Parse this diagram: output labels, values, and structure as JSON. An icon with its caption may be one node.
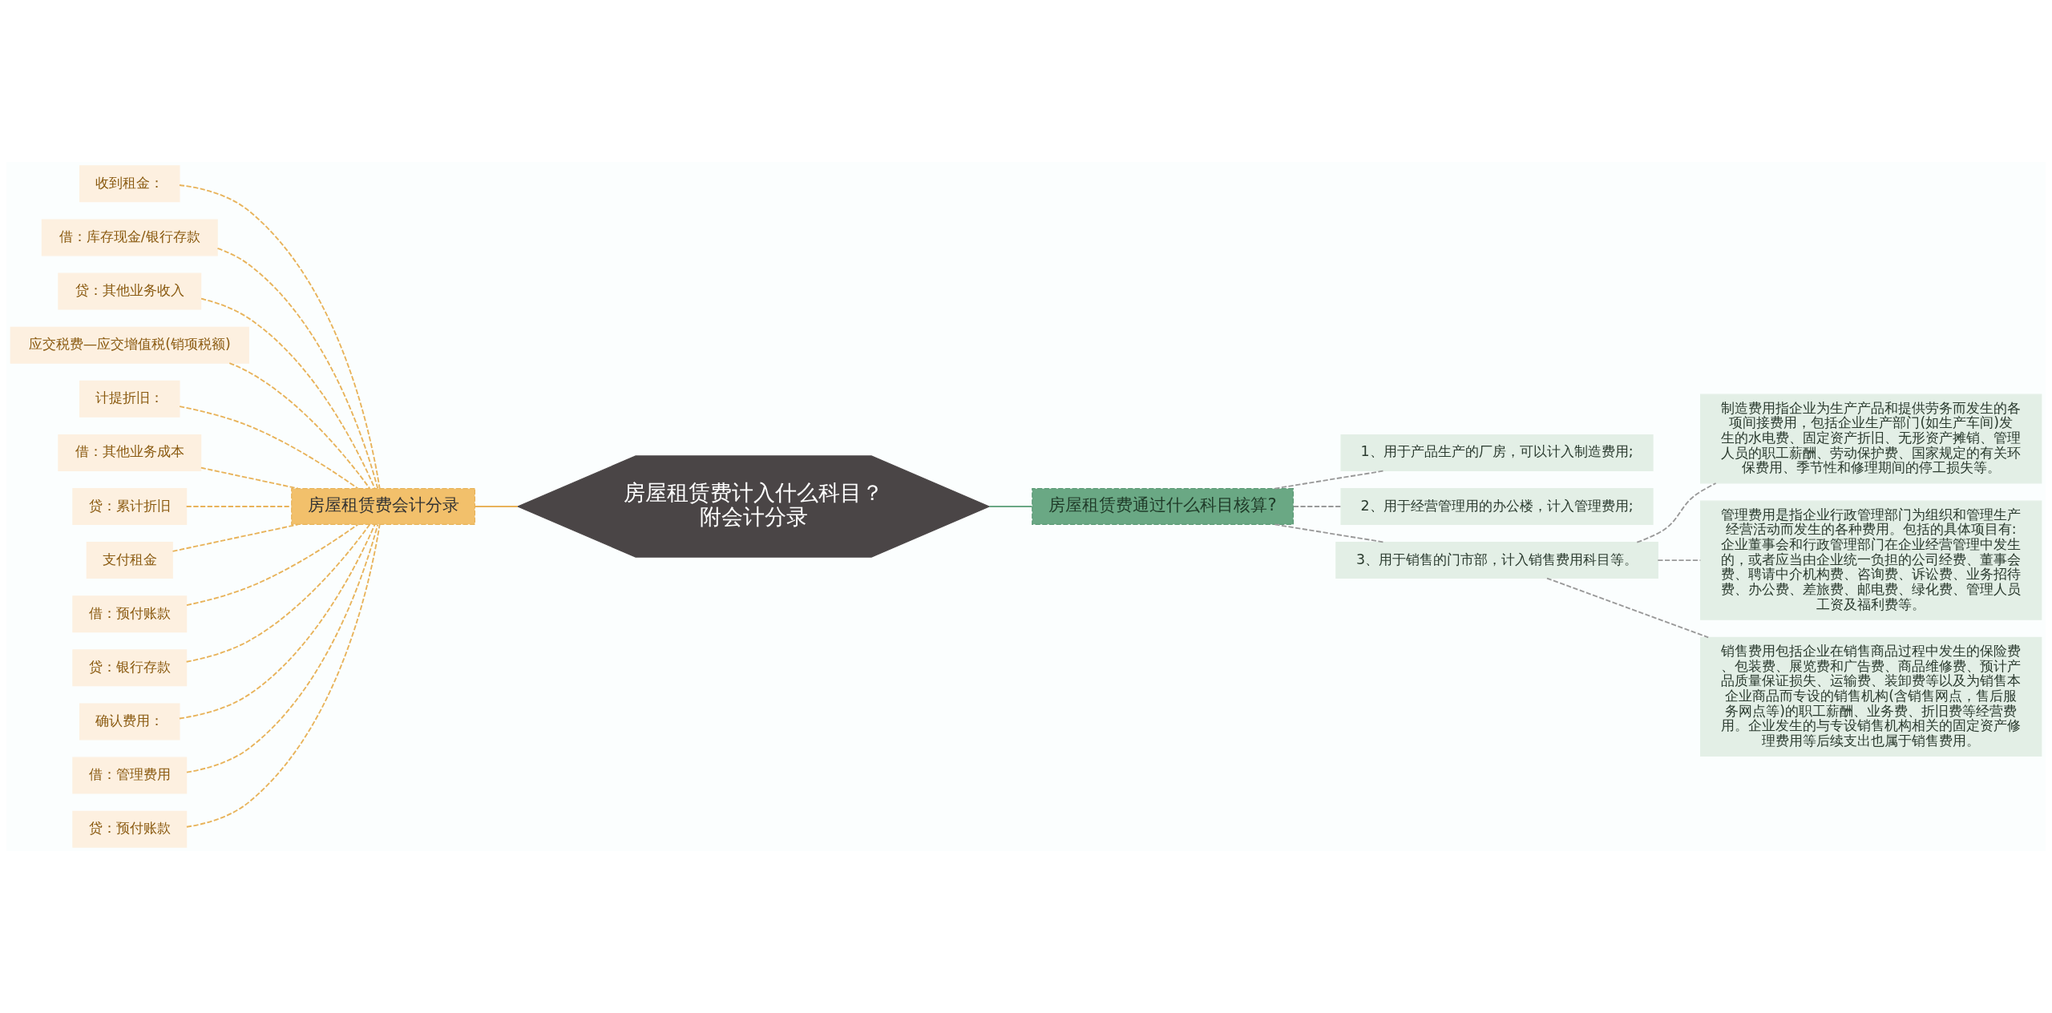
{
  "diagram": {
    "nodes": [
      {
        "text": [
          "房屋租赁费计入什么科目？附会计分录"
        ]
      },
      {
        "text": [
          "房屋租赁费会计分录"
        ]
      },
      {
        "text": [
          "收到租金："
        ]
      },
      {
        "text": [
          "借：库存现金/银行存款"
        ]
      },
      {
        "text": [
          "贷：其他业务收入"
        ]
      },
      {
        "text": [
          "应交税费—应交增值税(销项税额)"
        ]
      },
      {
        "text": [
          "计提折旧："
        ]
      },
      {
        "text": [
          "借：其他业务成本"
        ]
      },
      {
        "text": [
          "贷：累计折旧"
        ]
      },
      {
        "text": [
          "支付租金"
        ]
      },
      {
        "text": [
          "借：预付账款"
        ]
      },
      {
        "text": [
          "贷：银行存款"
        ]
      },
      {
        "text": [
          "确认费用："
        ]
      },
      {
        "text": [
          "借：管理费用"
        ]
      },
      {
        "text": [
          "贷：预付账款"
        ]
      },
      {
        "text": [
          "房屋租赁费通过什么科目核算?"
        ]
      },
      {
        "text": [
          "1、用于产品生产的厂房，可以计入制造费用;"
        ]
      },
      {
        "text": [
          "2、用于经营管理用的办公楼，计入管理费用;"
        ]
      },
      {
        "text": [
          "3、用于销售的门市部，计入销售费用科目等。"
        ]
      },
      {
        "text": [
          "制造费用指企业为生产产品和提供劳务而发生的各项间接费用，包括企业生产部门(如生产车间)发生的水电费、固定资产折旧、无形资产摊销、管理人员的职工薪酬、劳动保护费、国家规定的有关环保费用、季节性和修理期间的停工损失等。"
        ]
      },
      {
        "text": [
          "管理费用是指企业行政管理部门为组织和管理生产经营活动而发生的各种费用。包括的具体项目有:企业董事会和行政管理部门在企业经营管理中发生的，或者应当由企业统一负担的公司经费、董事会费、聘请中介机构费、咨询费、诉讼费、业务招待费、办公费、差旅费、邮电费、绿化费、管理人员工资及福利费等。"
        ]
      },
      {
        "text": [
          "销售费用包括企业在销售商品过程中发生的保险费、包装费、展览费和广告费、商品维修费、预计产品质量保证损失、运输费、装卸费等以及为销售本企业商品而专设的销售机构(含销售网点，售后服务网点等)的职工薪酬、业务费、折旧费等经营费用。企业发生的与专设销售机构相关的固定资产修理费用等后续支出也属于销售费用。"
        ]
      }
    ],
    "edges": [
      {
        "from": 0,
        "to": 1,
        "arrow": "none",
        "color": "#e8b35a"
      },
      {
        "from": 1,
        "to": 2,
        "arrow": "none",
        "style": "dashed",
        "color": "#e8b35a"
      },
      {
        "from": 1,
        "to": 3,
        "arrow": "none",
        "style": "dashed",
        "color": "#e8b35a"
      },
      {
        "from": 1,
        "to": 4,
        "arrow": "none",
        "style": "dashed",
        "color": "#e8b35a"
      },
      {
        "from": 1,
        "to": 5,
        "arrow": "none",
        "style": "dashed",
        "color": "#e8b35a"
      },
      {
        "from": 1,
        "to": 6,
        "arrow": "none",
        "style": "dashed",
        "color": "#e8b35a"
      },
      {
        "from": 1,
        "to": 7,
        "arrow": "none",
        "style": "dashed",
        "color": "#e8b35a"
      },
      {
        "from": 1,
        "to": 8,
        "arrow": "none",
        "style": "dashed",
        "color": "#e8b35a"
      },
      {
        "from": 1,
        "to": 9,
        "arrow": "none",
        "style": "dashed",
        "color": "#e8b35a"
      },
      {
        "from": 1,
        "to": 10,
        "arrow": "none",
        "style": "dashed",
        "color": "#e8b35a"
      },
      {
        "from": 1,
        "to": 11,
        "arrow": "none",
        "style": "dashed",
        "color": "#e8b35a"
      },
      {
        "from": 1,
        "to": 12,
        "arrow": "none",
        "style": "dashed",
        "color": "#e8b35a"
      },
      {
        "from": 1,
        "to": 13,
        "arrow": "none",
        "style": "dashed",
        "color": "#e8b35a"
      },
      {
        "from": 1,
        "to": 14,
        "arrow": "none",
        "style": "dashed",
        "color": "#e8b35a"
      },
      {
        "from": 0,
        "to": 15,
        "arrow": "none",
        "color": "#6aa884"
      },
      {
        "from": 15,
        "to": 16,
        "arrow": "none",
        "style": "dashed",
        "color": "#999999"
      },
      {
        "from": 15,
        "to": 17,
        "arrow": "none",
        "style": "dashed",
        "color": "#999999"
      },
      {
        "from": 15,
        "to": 18,
        "arrow": "none",
        "style": "dashed",
        "color": "#999999"
      },
      {
        "from": 18,
        "to": 19,
        "arrow": "none",
        "style": "dashed",
        "color": "#999999"
      },
      {
        "from": 18,
        "to": 20,
        "arrow": "none",
        "style": "dashed",
        "color": "#999999"
      },
      {
        "from": 18,
        "to": 21,
        "arrow": "none",
        "style": "dashed",
        "color": "#999999"
      }
    ]
  }
}
